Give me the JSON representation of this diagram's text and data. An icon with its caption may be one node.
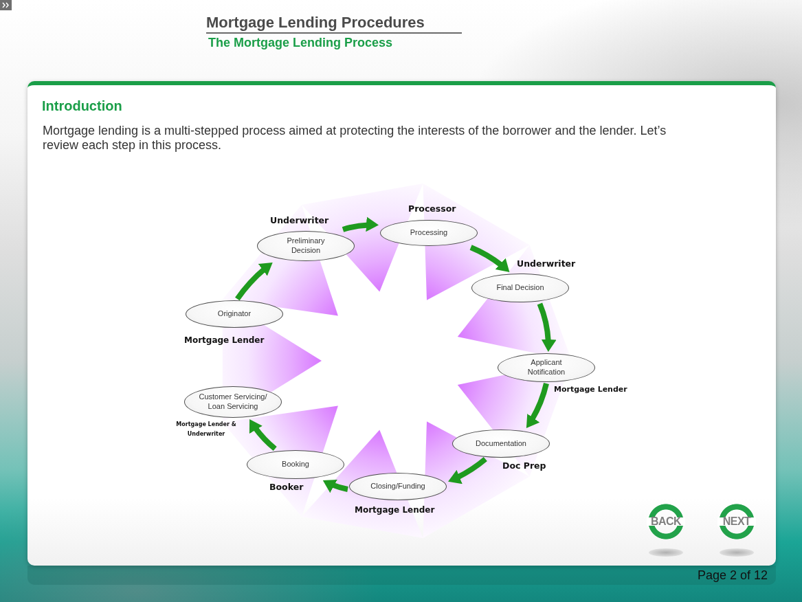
{
  "diagram": {
    "title": "Mortgage Lending Procedures",
    "nodes": [
      {
        "text": [
          "Introduction",
          "Mortgage lending is a multi-stepped process aimed at protecting the interests of the borrower and the lender. Let’s review each step in this process."
        ]
      },
      {
        "text": [
          "Originator"
        ],
        "beside": [
          "Mortgage Lender"
        ],
        "in": 0
      },
      {
        "text": [
          "Preliminary Decision"
        ],
        "beside": [
          "Underwriter"
        ],
        "in": 0
      },
      {
        "text": [
          "Processing"
        ],
        "beside": [
          "Processor"
        ],
        "in": 0
      },
      {
        "text": [
          "Final Decision"
        ],
        "beside": [
          "Underwriter"
        ],
        "in": 0
      },
      {
        "text": [
          "Applicant Notification"
        ],
        "beside": [
          "Mortgage Lender"
        ],
        "in": 0
      },
      {
        "text": [
          "Documentation"
        ],
        "beside": [
          "Doc Prep"
        ],
        "in": 0
      },
      {
        "text": [
          "Closing/Funding"
        ],
        "beside": [
          "Mortgage Lender"
        ],
        "in": 0
      },
      {
        "text": [
          "Booking"
        ],
        "beside": [
          "Booker"
        ],
        "in": 0
      },
      {
        "text": [
          "Customer Servicing/ Loan Servicing"
        ],
        "beside": [
          "Mortgage Lender & Underwriter"
        ],
        "in": 0
      }
    ],
    "edges": [
      {
        "from": 1,
        "to": 2,
        "arrow": "to"
      },
      {
        "from": 2,
        "to": 3,
        "arrow": "to"
      },
      {
        "from": 3,
        "to": 4,
        "arrow": "to"
      },
      {
        "from": 4,
        "to": 5,
        "arrow": "to"
      },
      {
        "from": 5,
        "to": 6,
        "arrow": "to"
      },
      {
        "from": 6,
        "to": 7,
        "arrow": "to"
      },
      {
        "from": 7,
        "to": 8,
        "arrow": "to"
      },
      {
        "from": 8,
        "to": 9,
        "arrow": "to"
      }
    ],
    "labels": [
      "The Mortgage Lending Process",
      "BACK",
      "NEXT",
      "Page 2 of 12"
    ]
  }
}
